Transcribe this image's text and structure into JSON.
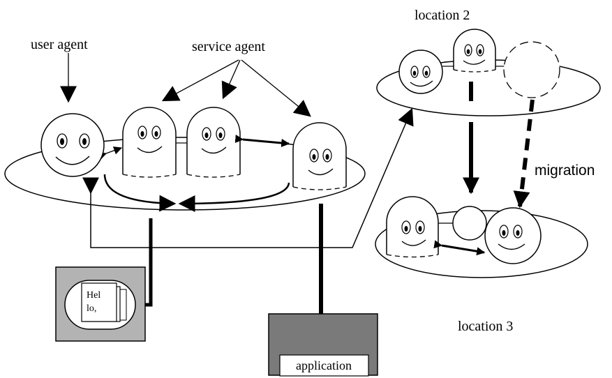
{
  "labels": {
    "user_agent": "user agent",
    "service_agent": "service agent",
    "location_2": "location 2",
    "location_3": "location 3",
    "migration": "migration",
    "application": "application",
    "document_line1": "Hel",
    "document_line2": "lo,"
  },
  "colors": {
    "line": "#000000",
    "terminal_outer": "#b3b3b3",
    "app_outer": "#7a7a7a",
    "fill": "#ffffff"
  }
}
